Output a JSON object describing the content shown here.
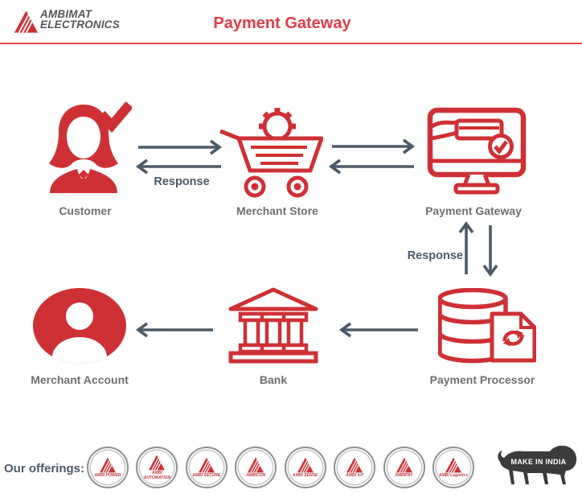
{
  "header": {
    "brand_line1": "AMBIMAT",
    "brand_line2": "ELECTRONICS",
    "title": "Payment Gateway"
  },
  "diagram": {
    "nodes": [
      {
        "id": "customer",
        "label": "Customer"
      },
      {
        "id": "merchant-store",
        "label": "Merchant Store"
      },
      {
        "id": "payment-gateway",
        "label": "Payment Gateway"
      },
      {
        "id": "payment-processor",
        "label": "Payment Processor"
      },
      {
        "id": "bank",
        "label": "Bank"
      },
      {
        "id": "merchant-account",
        "label": "Merchant Account"
      }
    ],
    "response_store_to_customer": "Response",
    "response_processor_to_gateway": "Response",
    "edges": [
      "Customer → Merchant Store",
      "Merchant Store → Customer (Response)",
      "Merchant Store → Payment Gateway",
      "Payment Gateway → Merchant Store",
      "Payment Gateway → Payment Processor",
      "Payment Processor → Payment Gateway (Response)",
      "Payment Processor → Bank",
      "Bank → Merchant Account"
    ]
  },
  "footer": {
    "offerings_label": "Our offerings:",
    "badges": [
      "AMBI POWER",
      "AMBI AUTOMATION",
      "AMBI SECURE",
      "AMBICON",
      "AMBI SENSE",
      "AMBI IoT",
      "AMBIPAY",
      "AMBI Logistics"
    ],
    "make_in_india": "MAKE IN INDIA"
  },
  "colors": {
    "icon_red": "#CE3135",
    "title_red": "#E33B47",
    "arrow_slate": "#4C5A68",
    "label_gray": "#6E6F72",
    "rule_red": "#E8404E"
  }
}
